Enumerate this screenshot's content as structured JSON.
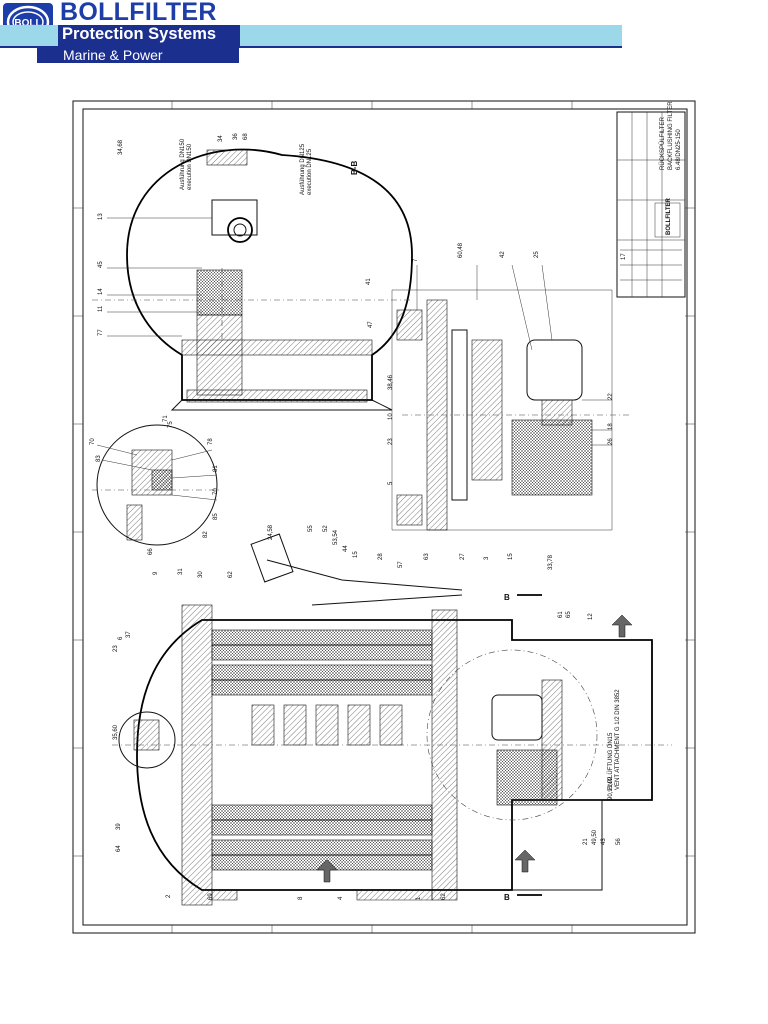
{
  "header": {
    "brand_name": "BOLLFILTER",
    "tagline": "Protection Systems",
    "division": "Marine & Power",
    "logo_text": "BOLL",
    "colors": {
      "brand_blue": "#1d3ea8",
      "bar_dark": "#1b2f8f",
      "bar_light": "#9bd8ea"
    }
  },
  "drawing": {
    "section_label": "B-B",
    "section_marker": "B",
    "title_block": {
      "title": "RÜCKSPÜLFILTER",
      "subtitle": "BACKFLUSHING FILTER",
      "drawing_no": "6.48/DN25-150",
      "company": "BOLLFILTER"
    },
    "notes": {
      "top_version_a": "Ausführung DN150",
      "top_version_a_sub": "execution DN150",
      "top_version_b": "Ausführung DN125",
      "top_version_b_sub": "execution DN125",
      "bottom_note": "ENTLÜFTUNG DN15",
      "bottom_note_sub": "VENT ATTACHMENT G 1/2 DIN 3852"
    },
    "callouts": {
      "top_view": [
        "34,68",
        "34",
        "36",
        "68",
        "13",
        "45",
        "14",
        "11",
        "77",
        "41"
      ],
      "detail_circle": [
        "70",
        "71",
        "75",
        "78",
        "83",
        "81",
        "70",
        "82",
        "85",
        "66"
      ],
      "detail_right": [
        "7",
        "60,48",
        "42",
        "25",
        "17",
        "47",
        "38,46",
        "10",
        "23",
        "5",
        "22",
        "18",
        "26",
        "63",
        "27",
        "3",
        "15",
        "33,78"
      ],
      "main_view": [
        "24,58",
        "55",
        "52",
        "53,54",
        "44",
        "15",
        "28",
        "57",
        "9",
        "31",
        "30",
        "62",
        "6",
        "37",
        "23",
        "35,60",
        "39",
        "64",
        "2",
        "69",
        "8",
        "4",
        "1",
        "62",
        "61",
        "65",
        "12",
        "90,91,92",
        "21",
        "49,50",
        "43",
        "56",
        "51"
      ]
    }
  }
}
